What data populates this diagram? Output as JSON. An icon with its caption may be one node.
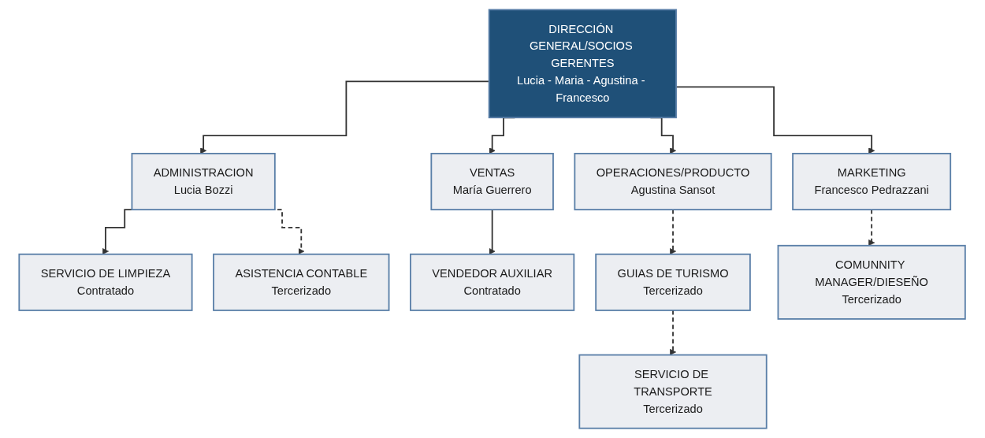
{
  "diagram": {
    "nodes": [
      {
        "text": [
          "DIRECCIÓN GENERAL/SOCIOS GERENTES",
          "Lucia - Maria - Agustina - Francesco"
        ]
      },
      {
        "text": [
          "ADMINISTRACION",
          "Lucia Bozzi"
        ]
      },
      {
        "text": [
          "VENTAS",
          "María Guerrero"
        ]
      },
      {
        "text": [
          "OPERACIONES/PRODUCTO",
          "Agustina Sansot"
        ]
      },
      {
        "text": [
          "MARKETING",
          "Francesco Pedrazzani"
        ]
      },
      {
        "text": [
          "SERVICIO DE LIMPIEZA",
          "Contratado"
        ]
      },
      {
        "text": [
          "ASISTENCIA CONTABLE",
          "Tercerizado"
        ]
      },
      {
        "text": [
          "VENDEDOR AUXILIAR",
          "Contratado"
        ]
      },
      {
        "text": [
          "GUIAS DE TURISMO",
          "Tercerizado"
        ]
      },
      {
        "text": [
          "SERVICIO DE TRANSPORTE",
          "Tercerizado"
        ]
      },
      {
        "text": [
          "COMUNNITY MANAGER/DIESEÑO",
          "Tercerizado"
        ]
      }
    ],
    "edges": [
      {
        "from": 0,
        "to": 1,
        "arrow": "to"
      },
      {
        "from": 0,
        "to": 2,
        "arrow": "to"
      },
      {
        "from": 0,
        "to": 3,
        "arrow": "to"
      },
      {
        "from": 0,
        "to": 4,
        "arrow": "to"
      },
      {
        "from": 1,
        "to": 5,
        "arrow": "to"
      },
      {
        "from": 1,
        "to": 6,
        "arrow": "to",
        "style": "dashed"
      },
      {
        "from": 2,
        "to": 7,
        "arrow": "to"
      },
      {
        "from": 3,
        "to": 8,
        "arrow": "to",
        "style": "dashed"
      },
      {
        "from": 8,
        "to": 9,
        "arrow": "to",
        "style": "dashed"
      },
      {
        "from": 4,
        "to": 10,
        "arrow": "to",
        "style": "dashed"
      }
    ]
  }
}
